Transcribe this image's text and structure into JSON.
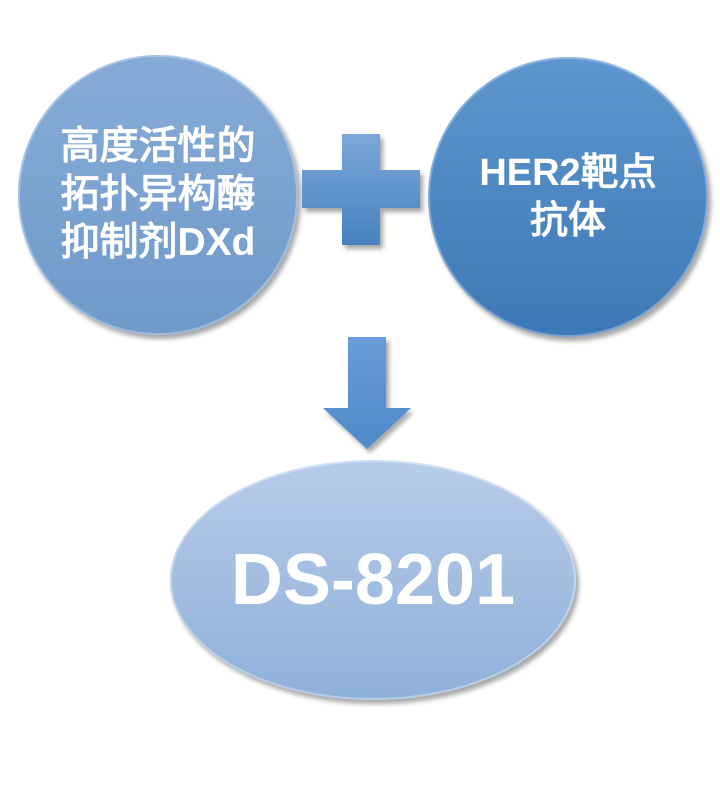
{
  "diagram": {
    "left_circle": {
      "lines": [
        "高度活性的",
        "拓扑异构酶",
        "抑制剂DXd"
      ]
    },
    "operator_icon": "plus-icon",
    "right_circle": {
      "lines": [
        "HER2靶点",
        "抗体"
      ]
    },
    "flow_icon": "down-arrow-icon",
    "result_ellipse": {
      "label": "DS-8201"
    },
    "colors": {
      "left_circle_top": "#87abd7",
      "left_circle_bottom": "#6f9aca",
      "right_circle_top": "#5e97cf",
      "right_circle_bottom": "#3d78b6",
      "plus_top": "#7ca7d8",
      "plus_bottom": "#4782c0",
      "arrow_top": "#699cd9",
      "arrow_bottom": "#4f89c9",
      "ellipse_top": "#b7cce9",
      "ellipse_bottom": "#8fb0d9",
      "text": "#ffffff",
      "background": "#ffffff"
    }
  }
}
